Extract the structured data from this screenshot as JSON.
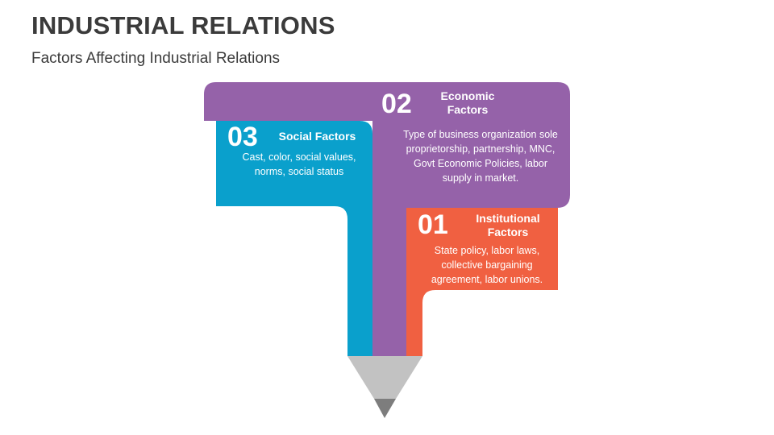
{
  "header": {
    "title": "INDUSTRIAL RELATIONS",
    "subtitle": "Factors Affecting Industrial Relations"
  },
  "factors": [
    {
      "number": "02",
      "title": "Economic Factors",
      "description": "Type of business organization sole proprietorship, partnership, MNC, Govt Economic Policies, labor supply in market.",
      "color": "#9562a9"
    },
    {
      "number": "03",
      "title": "Social Factors",
      "description": "Cast, color, social values, norms, social status",
      "color": "#0aa0cc"
    },
    {
      "number": "01",
      "title": "Institutional Factors",
      "description": "State policy, labor laws, collective bargaining agreement, labor unions.",
      "color": "#f06041"
    }
  ],
  "pencil": {
    "tip_color": "#c2c2c2",
    "lead_color": "#7d7d7d"
  }
}
